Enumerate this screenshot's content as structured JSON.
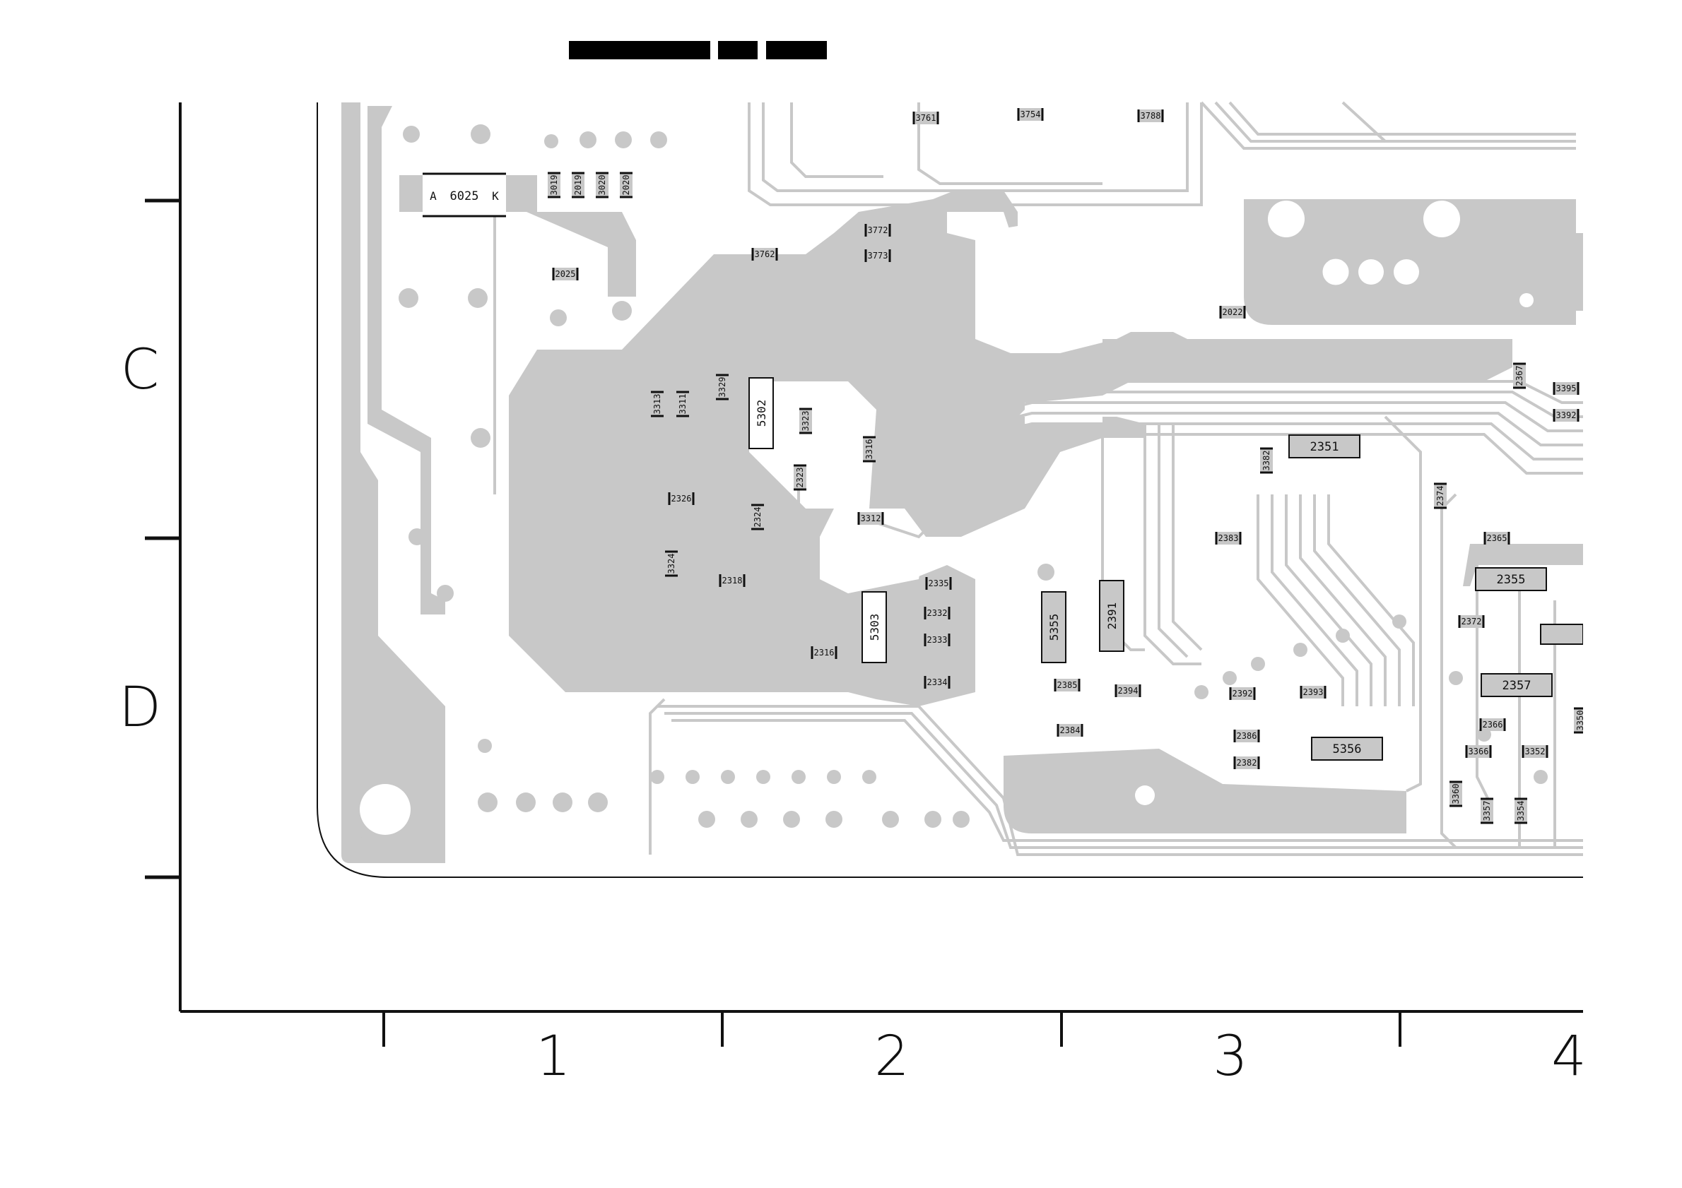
{
  "document": {
    "title_redaction_blocks": 3
  },
  "grid": {
    "rows": [
      "C",
      "D"
    ],
    "columns": [
      "1",
      "2",
      "3",
      "4"
    ]
  },
  "components": {
    "large": [
      {
        "id": "6025",
        "pin_a": "A",
        "pin_k": "K"
      },
      {
        "id": "5302"
      },
      {
        "id": "5303"
      },
      {
        "id": "5355"
      },
      {
        "id": "2391"
      },
      {
        "id": "2351"
      },
      {
        "id": "2355"
      },
      {
        "id": "2357"
      },
      {
        "id": "5356"
      }
    ],
    "small": [
      "3019",
      "2019",
      "3020",
      "2020",
      "2025",
      "3761",
      "3754",
      "3788",
      "3772",
      "3762",
      "3773",
      "2022",
      "3313",
      "3311",
      "3329",
      "3323",
      "3316",
      "2323",
      "2326",
      "2324",
      "3312",
      "3324",
      "2318",
      "2335",
      "2332",
      "2333",
      "2334",
      "2316",
      "2385",
      "2394",
      "2384",
      "2392",
      "2393",
      "2386",
      "2382",
      "2383",
      "3382",
      "2374",
      "2365",
      "2372",
      "2366",
      "3366",
      "3352",
      "3360",
      "3357",
      "3354",
      "2367",
      "3395",
      "3392",
      "3350"
    ]
  },
  "colors": {
    "copper": "#c8c8c8",
    "outline": "#111111",
    "background": "#ffffff"
  }
}
